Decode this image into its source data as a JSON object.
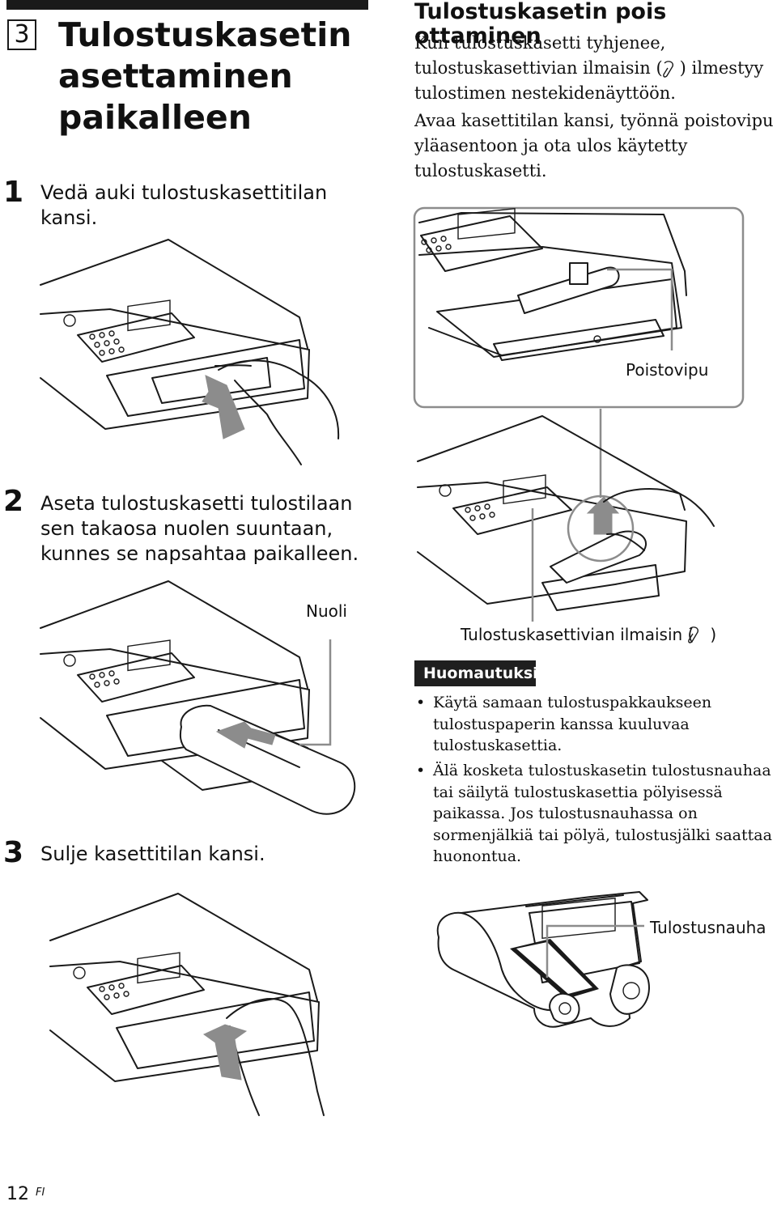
{
  "section": {
    "number": "3",
    "title": "Tulostuskasetin asettaminen paikalleen"
  },
  "steps": [
    {
      "number": "1",
      "text": "Vedä auki tulostuskasettitilan kansi."
    },
    {
      "number": "2",
      "text": "Aseta tulostuskasetti tulostilaan sen takaosa nuolen suuntaan, kunnes se napsahtaa paikalleen."
    },
    {
      "number": "3",
      "text": "Sulje kasettitilan kansi."
    }
  ],
  "removal": {
    "title": "Tulostuskasetin pois ottaminen",
    "para1": "Kun tulostuskasetti tyhjenee, tulostuskasettivian ilmaisin (  ) ilmestyy tulostimen nestekidenäyttöön.",
    "para2": "Avaa kasettitilan kansi, työnnä poistovipu yläasentoon ja ota ulos käytetty tulostuskasetti."
  },
  "callouts": {
    "lever": "Poistovipu",
    "arrow": "Nuoli",
    "indicator": "Tulostuskasettivian ilmaisin (  )",
    "ribbon": "Tulostusnauha"
  },
  "notes": {
    "heading": "Huomautuksia",
    "items": [
      "Käytä samaan tulostuspakkaukseen tulostuspaperin kanssa kuuluvaa tulostuskasettia.",
      "Älä kosketa tulostuskasetin tulostusnauhaa tai säilytä tulostuskasettia pölyisessä paikassa. Jos tulostusnauhassa on sormenjälkiä tai pölyä, tulostusjälki saattaa huonontua."
    ]
  },
  "footer": {
    "page": "12",
    "lang": "FI"
  },
  "colors": {
    "text": "#111111",
    "arrow_gray": "#8c8c8c",
    "notes_bar": "#1f1f1f"
  },
  "icons": [
    "cassette-error-icon",
    "printer-illustration",
    "cassette-illustration",
    "hand-illustration",
    "arrow-illustration"
  ]
}
